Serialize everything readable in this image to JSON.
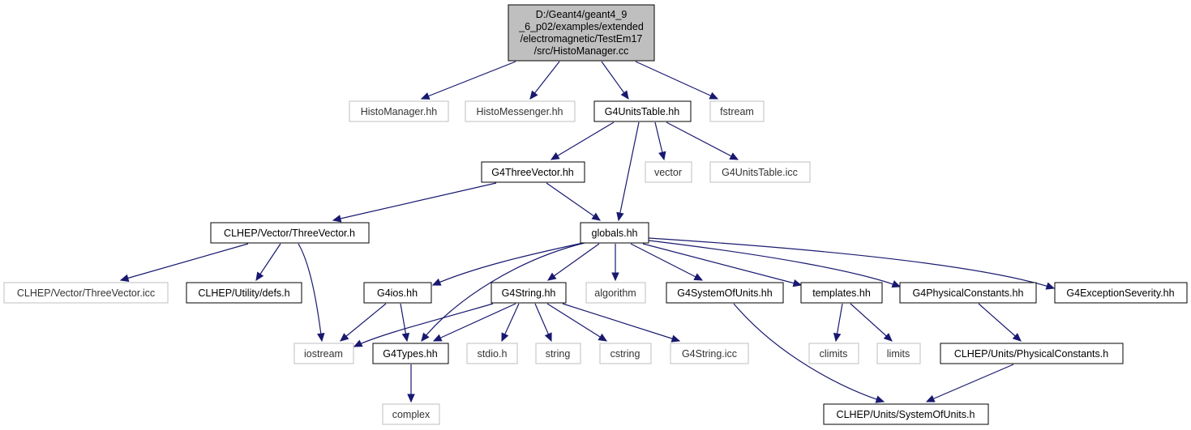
{
  "diagram": {
    "title_lines": [
      "D:/Geant4/geant4_9",
      "_6_p02/examples/extended",
      "/electromagnetic/TestEm17",
      "/src/HistoManager.cc"
    ],
    "colors": {
      "edge": "#191970",
      "root_fill": "#bfbfbf",
      "external_border": "#bfbfbf",
      "internal_border": "#000000"
    },
    "nodes": {
      "histomanager_hh": "HistoManager.hh",
      "histomessenger_hh": "HistoMessenger.hh",
      "g4unitstable_hh": "G4UnitsTable.hh",
      "fstream": "fstream",
      "g4threevector_hh": "G4ThreeVector.hh",
      "vector": "vector",
      "g4unitstable_icc": "G4UnitsTable.icc",
      "clhep_threevector_h": "CLHEP/Vector/ThreeVector.h",
      "globals_hh": "globals.hh",
      "clhep_threevector_icc": "CLHEP/Vector/ThreeVector.icc",
      "clhep_defs_h": "CLHEP/Utility/defs.h",
      "g4ios_hh": "G4ios.hh",
      "g4string_hh": "G4String.hh",
      "algorithm": "algorithm",
      "g4systemofunits_hh": "G4SystemOfUnits.hh",
      "templates_hh": "templates.hh",
      "g4physicalconstants_hh": "G4PhysicalConstants.hh",
      "g4exceptionseverity_hh": "G4ExceptionSeverity.hh",
      "iostream": "iostream",
      "g4types_hh": "G4Types.hh",
      "stdio_h": "stdio.h",
      "string": "string",
      "cstring": "cstring",
      "g4string_icc": "G4String.icc",
      "climits": "climits",
      "limits": "limits",
      "clhep_physicalconstants_h": "CLHEP/Units/PhysicalConstants.h",
      "complex": "complex",
      "clhep_systemofunits_h": "CLHEP/Units/SystemOfUnits.h"
    }
  }
}
